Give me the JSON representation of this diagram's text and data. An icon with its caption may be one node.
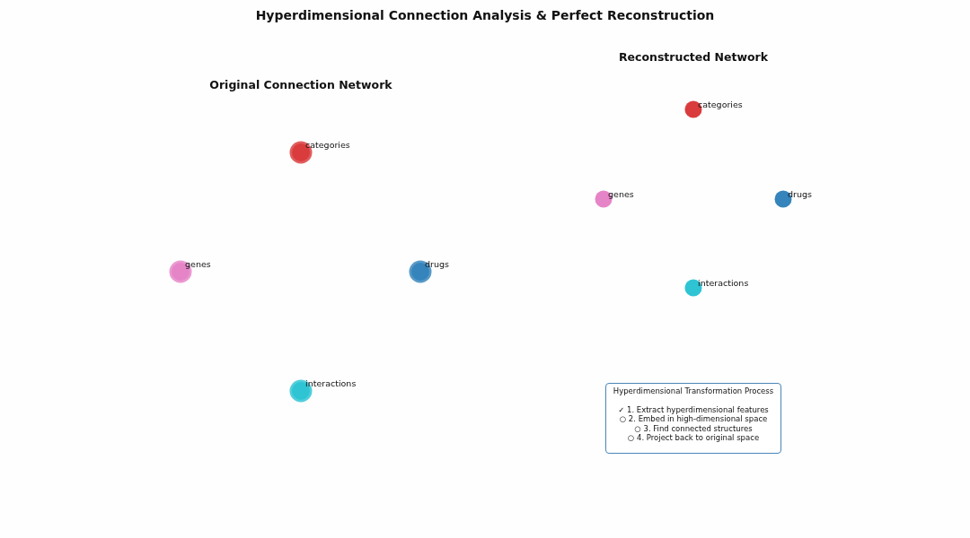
{
  "diagram": {
    "title": "Hyperdimensional Connection Analysis & Perfect Reconstruction",
    "nodes": [
      {
        "text": [
          "categories"
        ]
      },
      {
        "text": [
          "genes"
        ]
      },
      {
        "text": [
          "drugs"
        ]
      },
      {
        "text": [
          "interactions"
        ]
      },
      {
        "text": [
          "categories"
        ]
      },
      {
        "text": [
          "genes"
        ]
      },
      {
        "text": [
          "drugs"
        ]
      },
      {
        "text": [
          "interactions"
        ]
      },
      {
        "text": [
          "Hyperdimensional Transformation Process",
          "✓ 1. Extract hyperdimensional features",
          "○ 2. Embed in high-dimensional space",
          "○ 3. Find connected structures",
          "○ 4. Project back to original space"
        ]
      }
    ],
    "edges": [],
    "labels": [
      "Reconstructed Network",
      "Original Connection Network"
    ]
  }
}
